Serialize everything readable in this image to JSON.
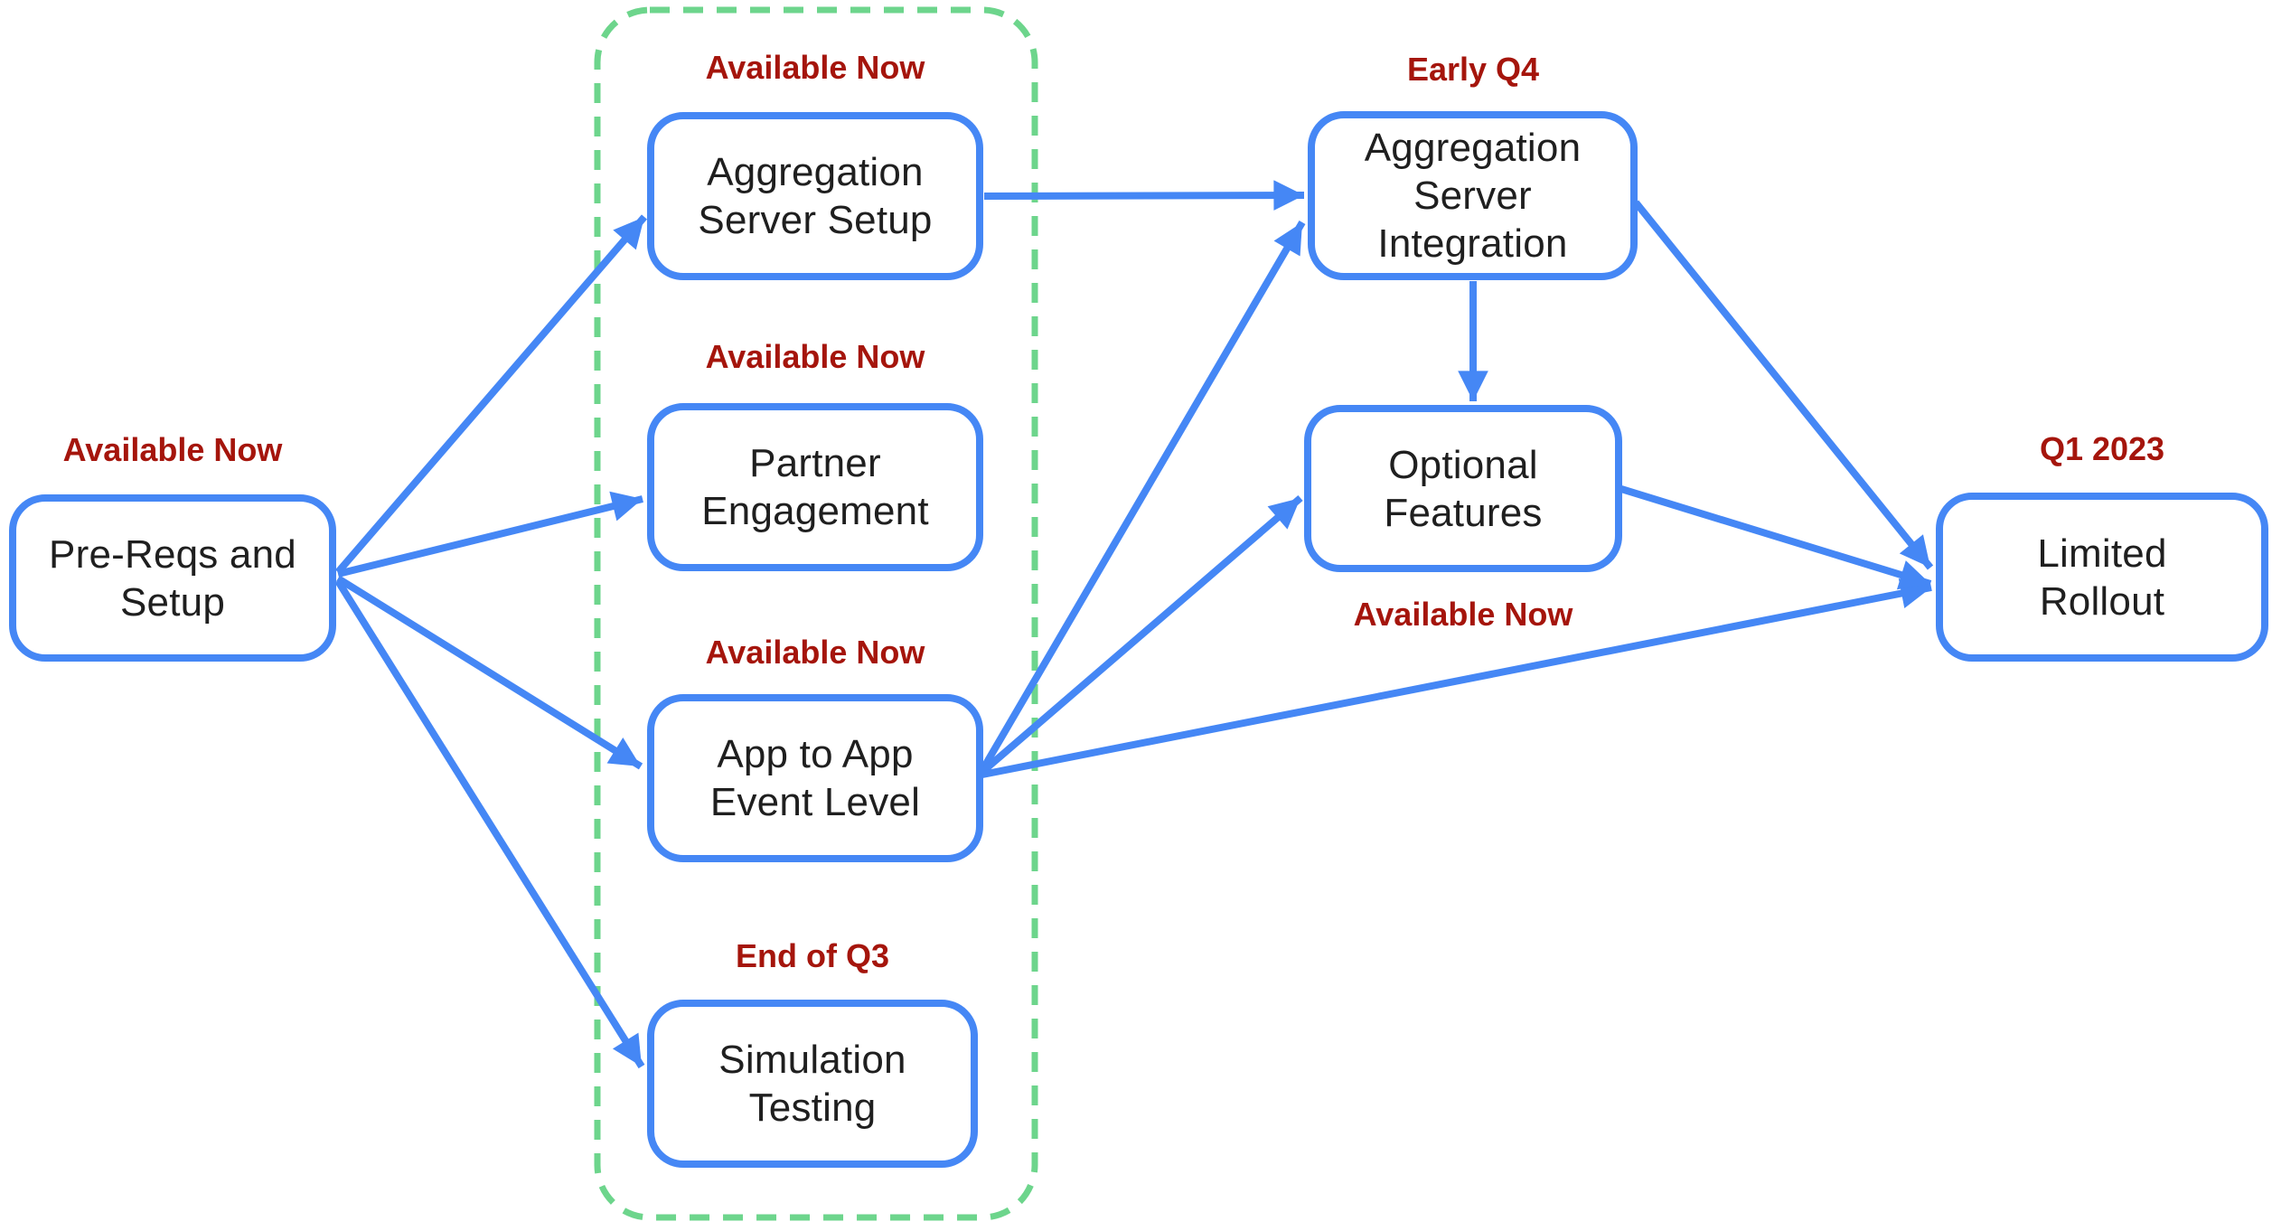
{
  "diagram": {
    "type": "flowchart-roadmap",
    "colors": {
      "node_border_blue": "#4587F5",
      "arrow_blue": "#4587F5",
      "status_text_red": "#A5150C",
      "group_dash_green": "#6DD58C",
      "node_text_black": "#1F1F1F",
      "background": "#FFFFFF"
    }
  },
  "nodes": {
    "pre_reqs": {
      "label": "Pre-Reqs and\nSetup",
      "status": "Available Now",
      "status_position": "above"
    },
    "aggregation_server_setup": {
      "label": "Aggregation\nServer Setup",
      "status": "Available Now",
      "status_position": "above"
    },
    "partner_engagement": {
      "label": "Partner\nEngagement",
      "status": "Available Now",
      "status_position": "above"
    },
    "app_to_app_event_level": {
      "label": "App to App\nEvent Level",
      "status": "Available Now",
      "status_position": "above"
    },
    "simulation_testing": {
      "label": "Simulation\nTesting",
      "status": "End of Q3",
      "status_position": "above"
    },
    "aggregation_server_integration": {
      "label": "Aggregation\nServer\nIntegration",
      "status": "Early Q4",
      "status_position": "above"
    },
    "optional_features": {
      "label": "Optional\nFeatures",
      "status": "Available Now",
      "status_position": "below"
    },
    "limited_rollout": {
      "label": "Limited\nRollout",
      "status": "Q1 2023",
      "status_position": "above"
    }
  },
  "groups": [
    {
      "style": "green-dashed-rounded-outline",
      "members": [
        "aggregation_server_setup",
        "partner_engagement",
        "app_to_app_event_level",
        "simulation_testing"
      ]
    }
  ],
  "edges": [
    {
      "from": "pre_reqs",
      "to": "aggregation_server_setup"
    },
    {
      "from": "pre_reqs",
      "to": "partner_engagement"
    },
    {
      "from": "pre_reqs",
      "to": "app_to_app_event_level"
    },
    {
      "from": "pre_reqs",
      "to": "simulation_testing"
    },
    {
      "from": "aggregation_server_setup",
      "to": "aggregation_server_integration"
    },
    {
      "from": "app_to_app_event_level",
      "to": "aggregation_server_integration"
    },
    {
      "from": "app_to_app_event_level",
      "to": "optional_features"
    },
    {
      "from": "app_to_app_event_level",
      "to": "limited_rollout"
    },
    {
      "from": "aggregation_server_integration",
      "to": "optional_features"
    },
    {
      "from": "aggregation_server_integration",
      "to": "limited_rollout"
    },
    {
      "from": "optional_features",
      "to": "limited_rollout"
    }
  ]
}
